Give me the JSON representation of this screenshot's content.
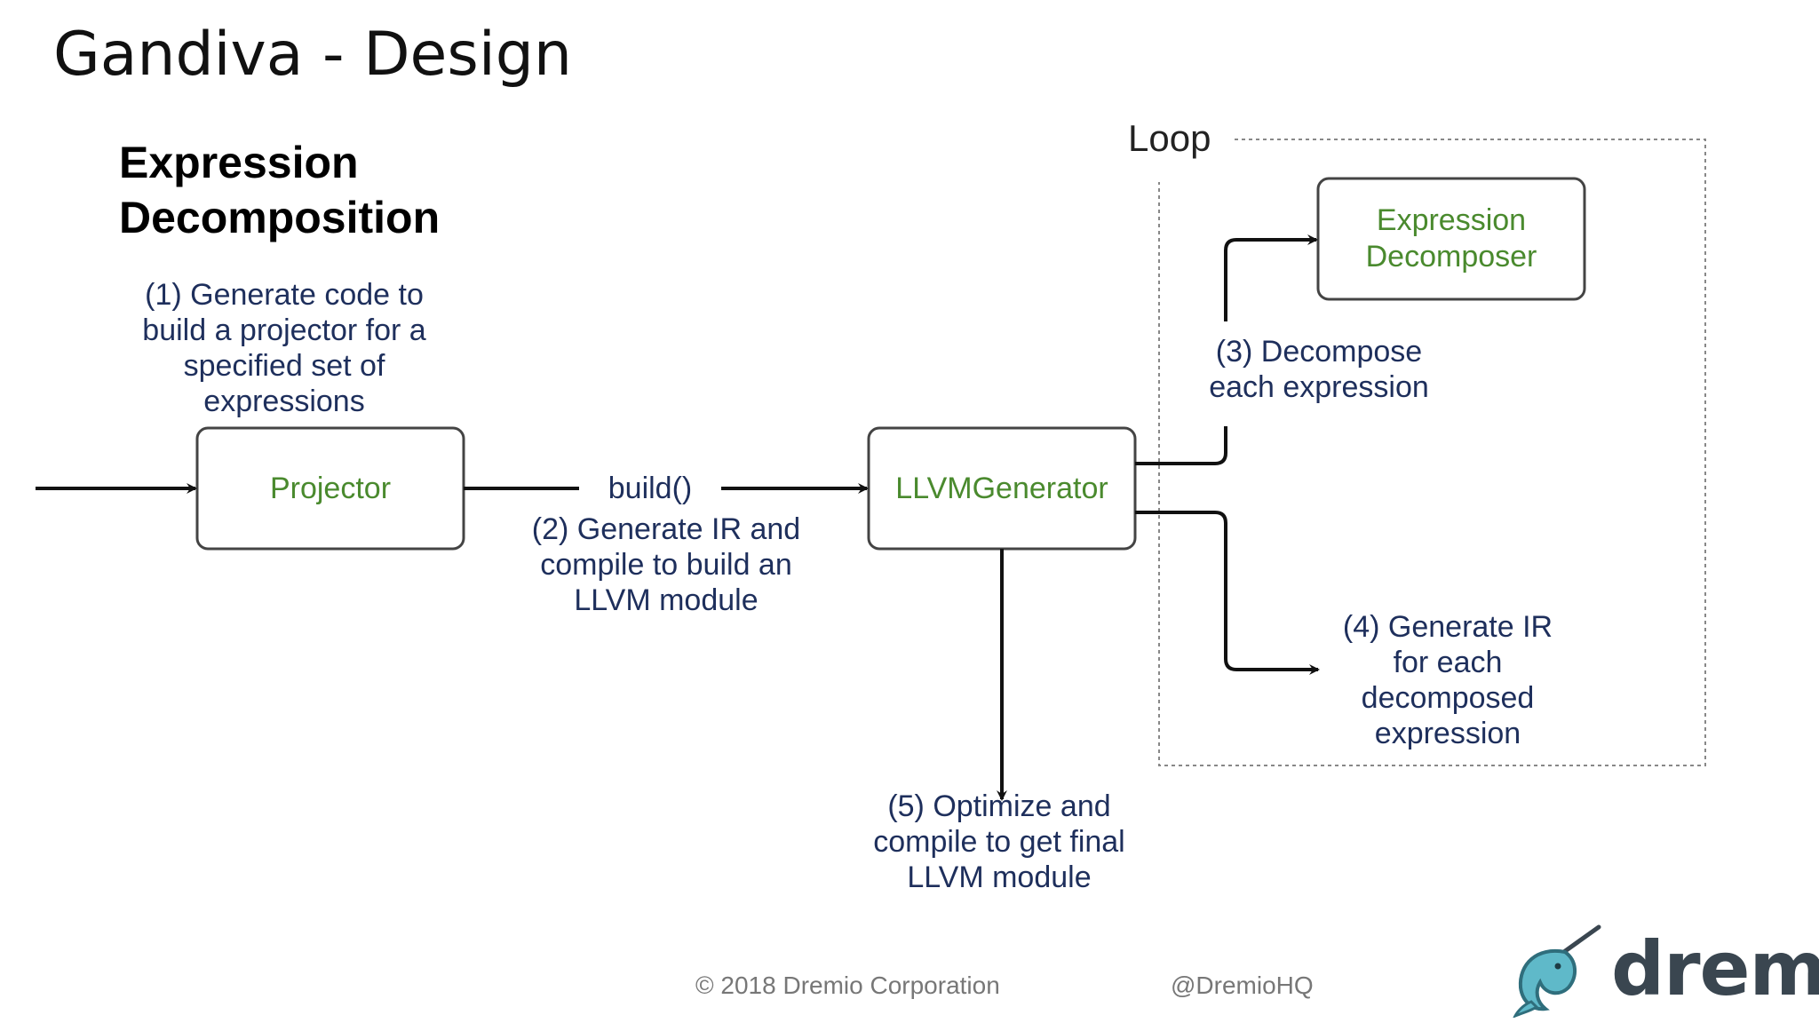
{
  "slide": {
    "title": "Gandiva - Design",
    "heading_line1": "Expression",
    "heading_line2": "Decomposition"
  },
  "diagram": {
    "loop_label": "Loop",
    "boxes": {
      "projector": "Projector",
      "llvm_generator": "LLVMGenerator",
      "expression_decomposer": "Expression\nDecomposer"
    },
    "edge_label_build": "build()",
    "notes": {
      "step1": "(1) Generate code to\nbuild a projector for a\nspecified set of\nexpressions",
      "step2": "(2) Generate IR and\ncompile to build an\nLLVM module",
      "step3": "(3) Decompose\neach expression",
      "step4": "(4) Generate IR\nfor each\ndecomposed\nexpression",
      "step5": "(5) Optimize and\ncompile to get final\nLLVM module"
    },
    "colors": {
      "box_text": "#4a8a2e",
      "note_text": "#1e2f5c",
      "arrow": "#111111"
    }
  },
  "footer": {
    "copyright": "© 2018 Dremio Corporation",
    "handle": "@DremioHQ",
    "logo_word": "dremio"
  }
}
